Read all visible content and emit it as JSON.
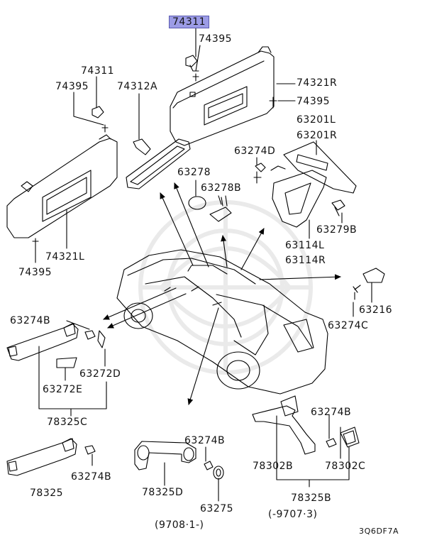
{
  "labels": {
    "p74311_top": "74311",
    "p74395_top": "74395",
    "p74321R": "74321R",
    "p74395_r": "74395",
    "p74311_l": "74311",
    "p74395_l": "74395",
    "p74312A": "74312A",
    "p63201L": "63201L",
    "p63201R": "63201R",
    "p63274D": "63274D",
    "p63278": "63278",
    "p63278B": "63278B",
    "p63279B": "63279B",
    "p63114L": "63114L",
    "p63114R": "63114R",
    "p74321L": "74321L",
    "p74395_bl": "74395",
    "p63274B_l": "63274B",
    "p63216": "63216",
    "p63274C": "63274C",
    "p63272D": "63272D",
    "p63272E": "63272E",
    "p78325C": "78325C",
    "p63274B_r": "63274B",
    "p63274B_bl": "63274B",
    "p78325": "78325",
    "p63274B_m": "63274B",
    "p78302B": "78302B",
    "p78302C": "78302C",
    "p78325D": "78325D",
    "p63275": "63275",
    "p78325B": "78325B",
    "date_left": "(9708·1-)",
    "date_right": "(-9707·3)",
    "ref_code": "3Q6DF7A"
  },
  "highlight_color": "#9c9ce6"
}
